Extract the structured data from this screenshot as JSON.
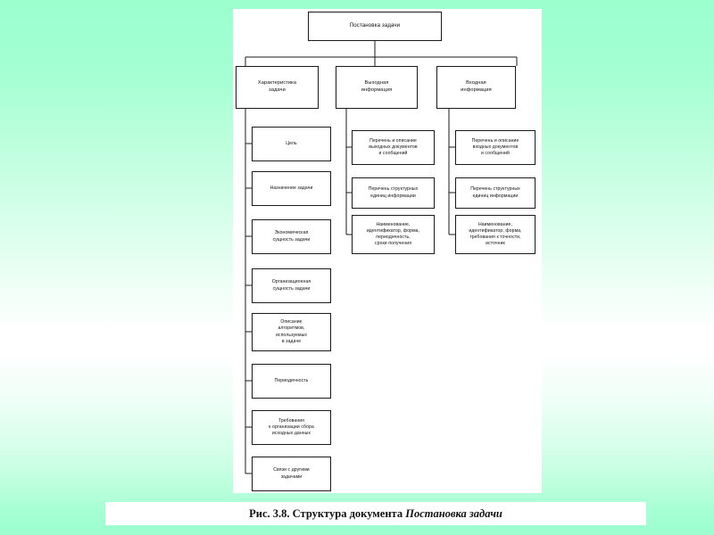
{
  "slide": {
    "background_top_color": "#9BFFCE",
    "background_mid_color": "#FFFFFF",
    "panel_color": "#FFFFFF",
    "line_color": "#1A1A1A"
  },
  "caption": {
    "prefix": "Рис. 3.8. Структура документа ",
    "italic": "Постановка задачи"
  },
  "diagram": {
    "type": "tree",
    "root": {
      "label": "Постановка задачи"
    },
    "branches": [
      {
        "label": "Характеристика\nзадачи",
        "children": [
          {
            "label": "Цель"
          },
          {
            "label": "Назначение задачи"
          },
          {
            "label": "Экономическая\nсущность задачи"
          },
          {
            "label": "Организационная\nсущность задачи"
          },
          {
            "label": "Описание\nалгоритмов,\nиспользуемых\nв задаче"
          },
          {
            "label": "Периодичность"
          },
          {
            "label": "Требования\nк организации сбора\nисходных данных"
          },
          {
            "label": "Связи с другими\nзадачами"
          }
        ]
      },
      {
        "label": "Выходная\nинформация",
        "children": [
          {
            "label": "Перечень и описание\nвыходных документов\nи сообщений"
          },
          {
            "label": "Перечень структурных\nединиц информации"
          },
          {
            "label": "Наименование,\nидентификатор, форма,\nпериодичность,\nсроки получения"
          }
        ]
      },
      {
        "label": "Входная\nинформация",
        "children": [
          {
            "label": "Перечень и описание\nвходных документов\nи сообщений"
          },
          {
            "label": "Перечень структурных\nединиц информации"
          },
          {
            "label": "Наименование,\nидентификатор, форма,\nтребования к точности,\nисточник"
          }
        ]
      }
    ]
  }
}
